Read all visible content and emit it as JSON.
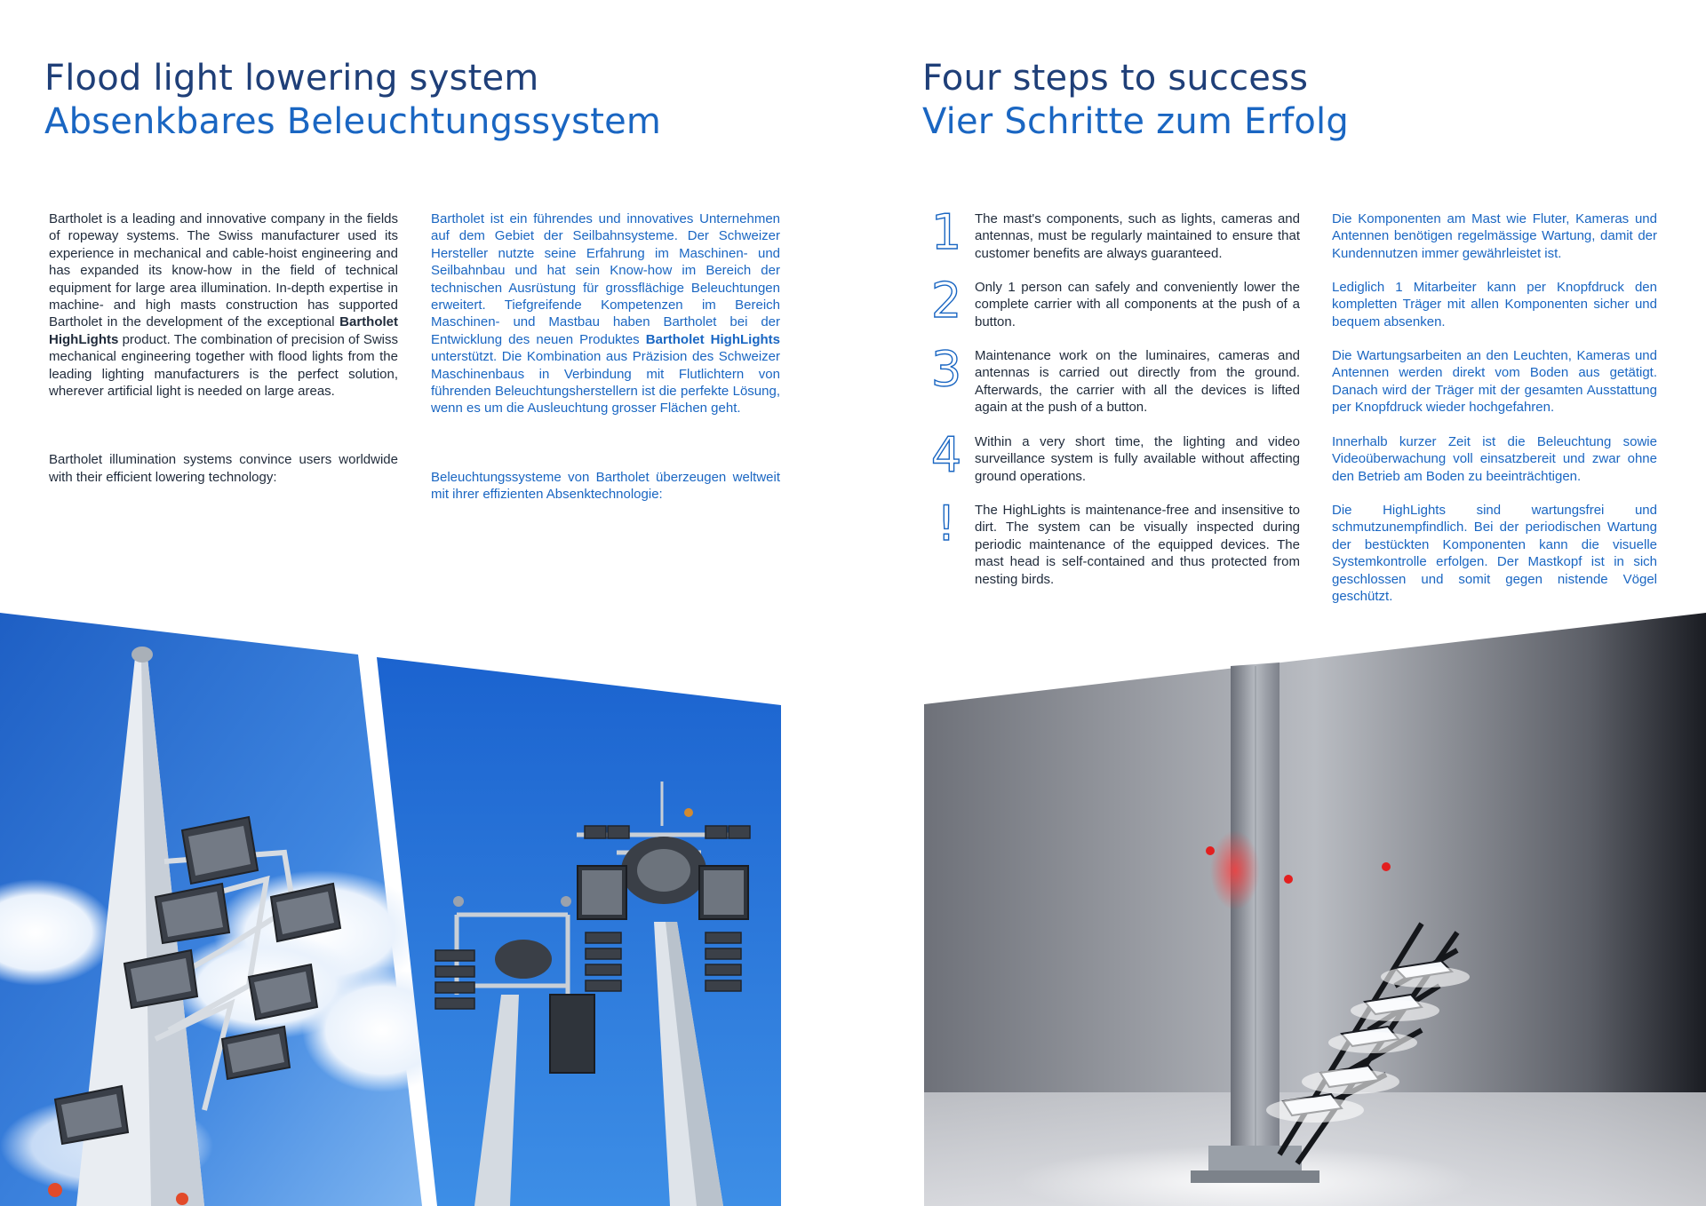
{
  "left_page": {
    "title_en": "Flood light lowering system",
    "title_de": "Absenkbares Beleuchtungssystem",
    "intro_en": {
      "p1_part1": "Bartholet is a leading and innovative company in the fields of ropeway systems. The Swiss manufacturer used its experience in mechanical and cable-hoist engineering and has expanded its know-how in the field of technical equipment for large area illumination. In-depth expertise in machine- and high masts construction has supported Bartholet in the development of the exceptional ",
      "p1_bold": "Bartholet HighLights",
      "p1_part2": " product. The combination of precision of Swiss mechanical engineering together with flood lights from the leading lighting manufacturers is the perfect solution, wherever artificial light is needed on large areas.",
      "p2": "Bartholet illumination systems convince users worldwide with their efficient lowering technology:"
    },
    "intro_de": {
      "p1_part1": "Bartholet ist ein führendes und innovatives Unternehmen auf dem Gebiet der Seilbahnsysteme. Der Schweizer Hersteller nutzte seine Erfahrung im Maschinen- und Seilbahnbau und hat sein Know-how im Bereich der technischen Ausrüstung für grossflächige Beleuchtungen erweitert. Tiefgreifende Kompetenzen im Bereich Maschinen- und Mastbau haben Bartholet bei der Entwicklung des neuen Produktes ",
      "p1_bold": "Bartholet HighLights",
      "p1_part2": " unterstützt. Die Kombination aus Präzision des Schweizer Maschinenbaus in Verbindung mit Flutlichtern von führenden Beleuchtungsherstellern ist die perfekte Lösung, wenn es um die Ausleuchtung grosser Flächen geht.",
      "p2": "Beleuchtungssysteme von Bartholet überzeugen weltweit mit ihrer effizienten Absenktechnologie:"
    }
  },
  "right_page": {
    "title_en": "Four steps to success",
    "title_de": "Vier Schritte zum Erfolg",
    "steps": [
      {
        "marker": "1",
        "en": "The mast's components, such as lights, cameras and antennas, must be regularly maintained to ensure that customer benefits are always guaranteed.",
        "de": "Die Komponenten am Mast wie Fluter, Kameras und Antennen benötigen regelmässige Wartung, damit der Kundennutzen immer gewährleistet ist."
      },
      {
        "marker": "2",
        "en": "Only 1 person can safely and conveniently lower the complete carrier with all components at the push of a button.",
        "de": "Lediglich 1 Mitarbeiter kann per Knopfdruck den kompletten Träger mit allen Komponenten sicher und bequem absenken."
      },
      {
        "marker": "3",
        "en": "Maintenance work on the luminaires, cameras and antennas is carried out directly from the ground. Afterwards, the carrier with all the devices is lifted again at the push of a button.",
        "de": "Die Wartungsarbeiten an den Leuchten, Kameras und Antennen werden direkt vom Boden aus getätigt. Danach wird der Träger mit der gesamten Ausstattung per Knopfdruck wieder hochgefahren."
      },
      {
        "marker": "4",
        "en": "Within a very short time, the lighting and video surveillance system is fully available without affecting ground operations.",
        "de": "Innerhalb kurzer Zeit ist die Beleuchtung sowie Videoüberwachung voll einsatzbereit und zwar ohne den Betrieb am Boden zu beeinträchtigen."
      },
      {
        "marker": "!",
        "en": "The HighLights is maintenance-free and insensitive to dirt. The system can be visually inspected during periodic maintenance of the equipped devices. The mast head is self-contained and thus protected from nesting birds.",
        "de": "Die HighLights sind wartungsfrei und schmutzunempfindlich. Bei der periodischen Wartung der bestückten Komponenten kann die visuelle Systemkontrolle erfolgen. Der Mastkopf ist in sich geschlossen und somit gegen nistende Vögel geschützt."
      }
    ]
  },
  "colors": {
    "navy": "#1f3f78",
    "accent_blue": "#1a66c2",
    "body_text": "#1f2a3a",
    "sky_blue": "#2e78d8"
  }
}
